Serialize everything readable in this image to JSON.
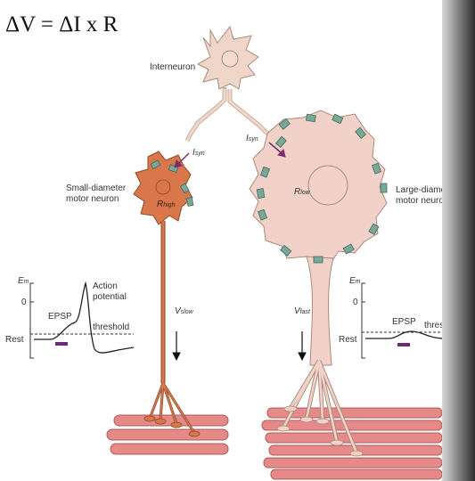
{
  "formula": "ΔV = ΔI x R",
  "labels": {
    "interneuron": "Interneuron",
    "small_neuron_line1": "Small-diameter",
    "small_neuron_line2": "motor neuron",
    "large_neuron_line1": "Large-diameter",
    "large_neuron_line2": "motor neuron",
    "r_high": "R",
    "r_high_sub": "high",
    "r_low": "R",
    "r_low_sub": "low",
    "i_syn_left": "I",
    "i_syn_left_sub": "syn",
    "i_syn_right": "I",
    "i_syn_right_sub": "syn",
    "v_slow": "V",
    "v_slow_sub": "slow",
    "v_fast": "V",
    "v_fast_sub": "fast"
  },
  "left_graph": {
    "y_label": "E",
    "y_label_sub": "m",
    "zero": "0",
    "rest": "Rest",
    "epsp": "EPSP",
    "threshold": "threshold",
    "action_potential_line1": "Action",
    "action_potential_line2": "potential"
  },
  "right_graph": {
    "y_label": "E",
    "y_label_sub": "m",
    "zero": "0",
    "rest": "Rest",
    "epsp": "EPSP",
    "threshold": "threshold"
  },
  "colors": {
    "small_neuron": "#d9774a",
    "large_neuron": "#f2d2c8",
    "interneuron": "#f0d6c8",
    "muscle": "#e58a88",
    "receptor": "#7aa898",
    "epsp_bar": "#6b2a78",
    "arrow": "#7a2e6e"
  }
}
